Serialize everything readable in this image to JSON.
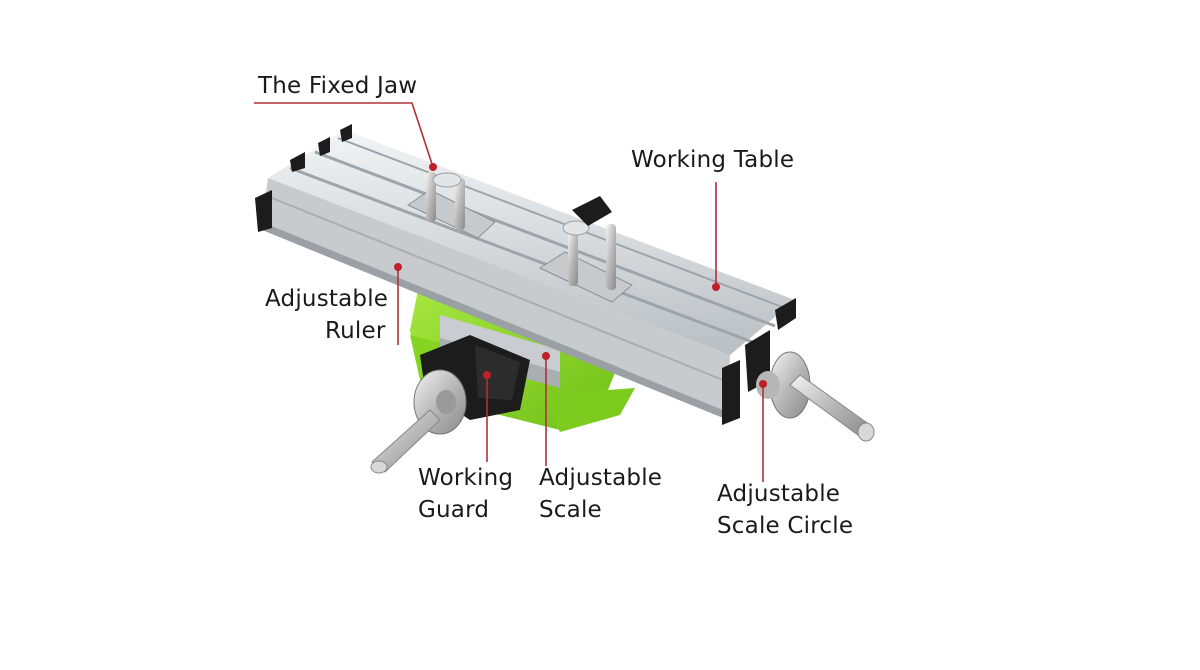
{
  "labels": {
    "fixed_jaw": "The Fixed Jaw",
    "working_table": "Working Table",
    "adjustable_ruler_line1": "Adjustable",
    "adjustable_ruler_line2": "Ruler",
    "working_guard_line1": "Working",
    "working_guard_line2": "Guard",
    "adjustable_scale_line1": "Adjustable",
    "adjustable_scale_line2": "Scale",
    "adjustable_scale_circle_line1": "Adjustable",
    "adjustable_scale_circle_line2": "Scale Circle"
  },
  "colors": {
    "leader_line": "#b0303a",
    "dot": "#c0202a",
    "base_green": "#8fd92a",
    "aluminum": "#d9dde0",
    "dark_parts": "#1c1c1c"
  }
}
